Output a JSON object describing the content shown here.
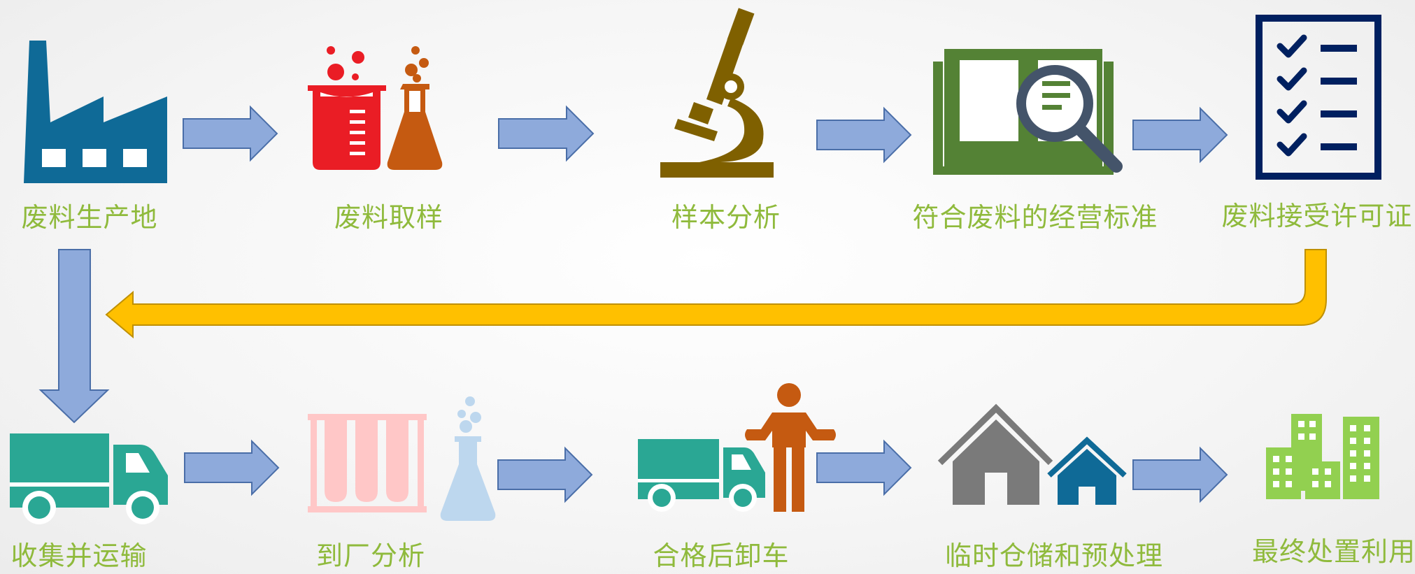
{
  "steps": {
    "s1": "废料生产地",
    "s2": "废料取样",
    "s3": "样本分析",
    "s4": "符合废料的经营标准",
    "s5": "废料接受许可证",
    "s6": "收集并运输",
    "s7": "到厂分析",
    "s8": "合格后卸车",
    "s9": "临时仓储和预处理",
    "s10": "最终处置利用"
  },
  "icons": {
    "s1": "factory-icon",
    "s2": "lab-beakers-icon",
    "s3": "microscope-icon",
    "s4": "book-magnifier-icon",
    "s5": "checklist-icon",
    "s6": "delivery-truck-icon",
    "s7": "test-tubes-flask-icon",
    "s8": "truck-worker-icon",
    "s9": "houses-icon",
    "s10": "buildings-icon"
  },
  "colors": {
    "label": "#8fba3c",
    "arrow_fill": "#8eaadb",
    "arrow_stroke": "#4a6ea8",
    "return_arrow": "#ffc000",
    "factory": "#0f6a97",
    "beaker_red": "#ea1d25",
    "flask_orange": "#c55a11",
    "microscope": "#7f6000",
    "book": "#548235",
    "magnifier": "#44546a",
    "checklist": "#002060",
    "truck": "#2aa794",
    "tubes_pink": "#ffc7c7",
    "flask_blue": "#bdd7ee",
    "worker": "#c55a11",
    "house_gray": "#7a7a7a",
    "house_blue": "#0f6a97",
    "buildings": "#92d050"
  }
}
